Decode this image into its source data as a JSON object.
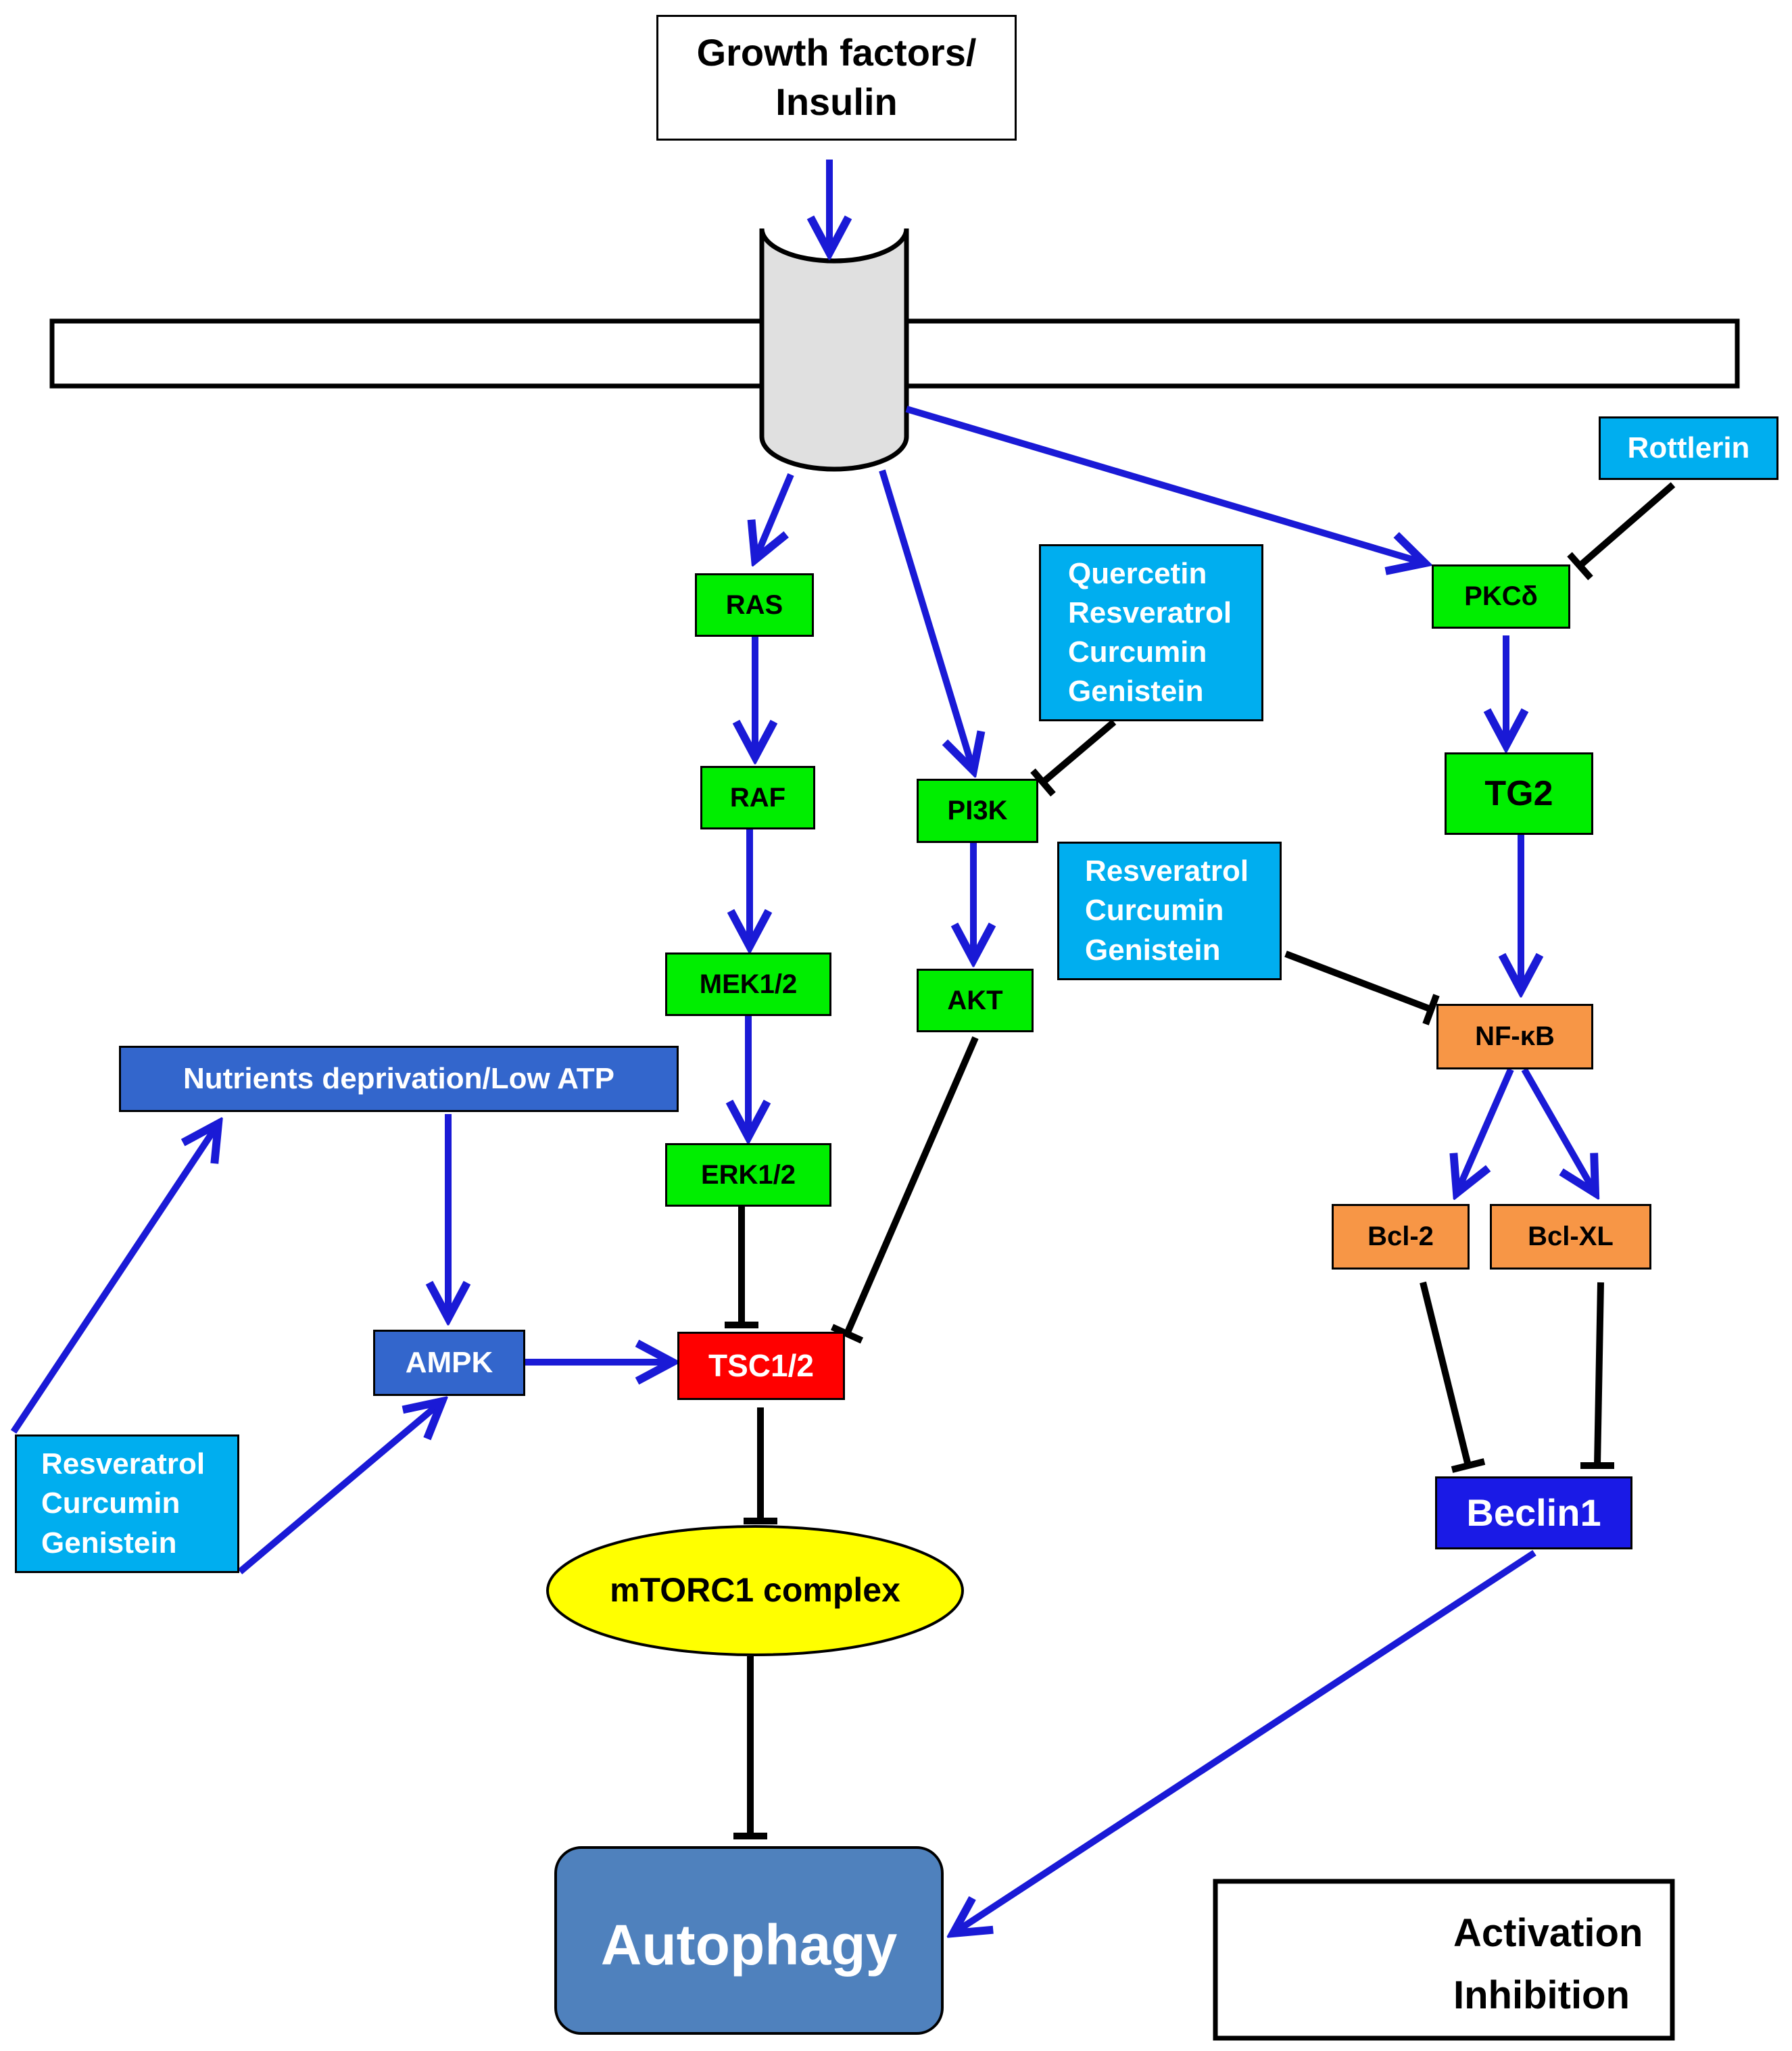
{
  "diagram": {
    "colors": {
      "activation": "#1a1ad6",
      "inhibition": "#000000",
      "kinase": "#00ee00",
      "compound": "#00aeef",
      "nfkb_family": "#f79646",
      "tsc": "#ff0000",
      "energy_sensor": "#3366cc",
      "beclin": "#1a1ae6",
      "mtorc": "#ffff00",
      "autophagy": "#4f81bd",
      "receptor": "#e0e0e0"
    },
    "nodes": {
      "growth_factors": "Growth factors/\nInsulin",
      "ras": "RAS",
      "raf": "RAF",
      "mek": "MEK1/2",
      "erk": "ERK1/2",
      "pi3k": "PI3K",
      "akt": "AKT",
      "pkcd": "PKCδ",
      "tg2": "TG2",
      "nfkb": "NF-κB",
      "bcl2": "Bcl-2",
      "bclxl": "Bcl-XL",
      "beclin1": "Beclin1",
      "nutrients": "Nutrients deprivation/Low ATP",
      "ampk": "AMPK",
      "tsc": "TSC1/2",
      "mtorc1": "mTORC1 complex",
      "autophagy": "Autophagy",
      "rottlerin": "Rottlerin",
      "compounds_pi3k": "Quercetin\nResveratrol\nCurcumin\nGenistein",
      "compounds_nfkb": "Resveratrol\nCurcumin\nGenistein",
      "compounds_ampk": "Resveratrol\nCurcumin\nGenistein"
    },
    "legend": {
      "activation": "Activation",
      "inhibition": "Inhibition"
    }
  }
}
